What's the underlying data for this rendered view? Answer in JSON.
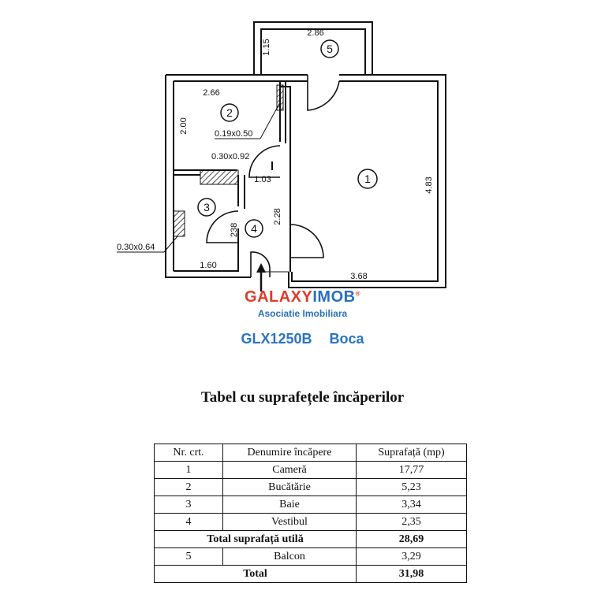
{
  "floorplan": {
    "dimensions": {
      "balcony_width": "2.86",
      "balcony_depth": "1.15",
      "kitchen_width": "2.66",
      "kitchen_depth": "2.00",
      "kitchen_duct": "0.19x0.50",
      "bath_duct": "0.30x0.92",
      "vestibule_width": "1.03",
      "vestibule_depth": "2.28",
      "vestibule_depth_b": "238",
      "bath_side": "0.30x0.64",
      "bath_width": "1.60",
      "room_width": "3.68",
      "room_depth": "4.83"
    },
    "rooms": [
      "1",
      "2",
      "3",
      "4",
      "5"
    ]
  },
  "brand": {
    "logo_part1": "GALAXY",
    "logo_part2": "IMOB",
    "logo_mark": "®",
    "subtitle": "Asociatie Imobiliara",
    "colors": {
      "red": "#e03a2a",
      "blue": "#2a70b8"
    }
  },
  "listing": {
    "code": "GLX1250B",
    "area": "Boca"
  },
  "table": {
    "title": "Tabel cu suprafețele încăperilor",
    "headers": [
      "Nr. crt.",
      "Denumire încăpere",
      "Suprafață (mp)"
    ],
    "rows": [
      {
        "nr": "1",
        "name": "Cameră",
        "area": "17,77"
      },
      {
        "nr": "2",
        "name": "Bucătărie",
        "area": "5,23"
      },
      {
        "nr": "3",
        "name": "Baie",
        "area": "3,34"
      },
      {
        "nr": "4",
        "name": "Vestibul",
        "area": "2,35"
      }
    ],
    "useful_label": "Total suprafață utilă",
    "useful_value": "28,69",
    "balcony": {
      "nr": "5",
      "name": "Balcon",
      "area": "3,29"
    },
    "total_label": "Total",
    "total_value": "31,98"
  }
}
